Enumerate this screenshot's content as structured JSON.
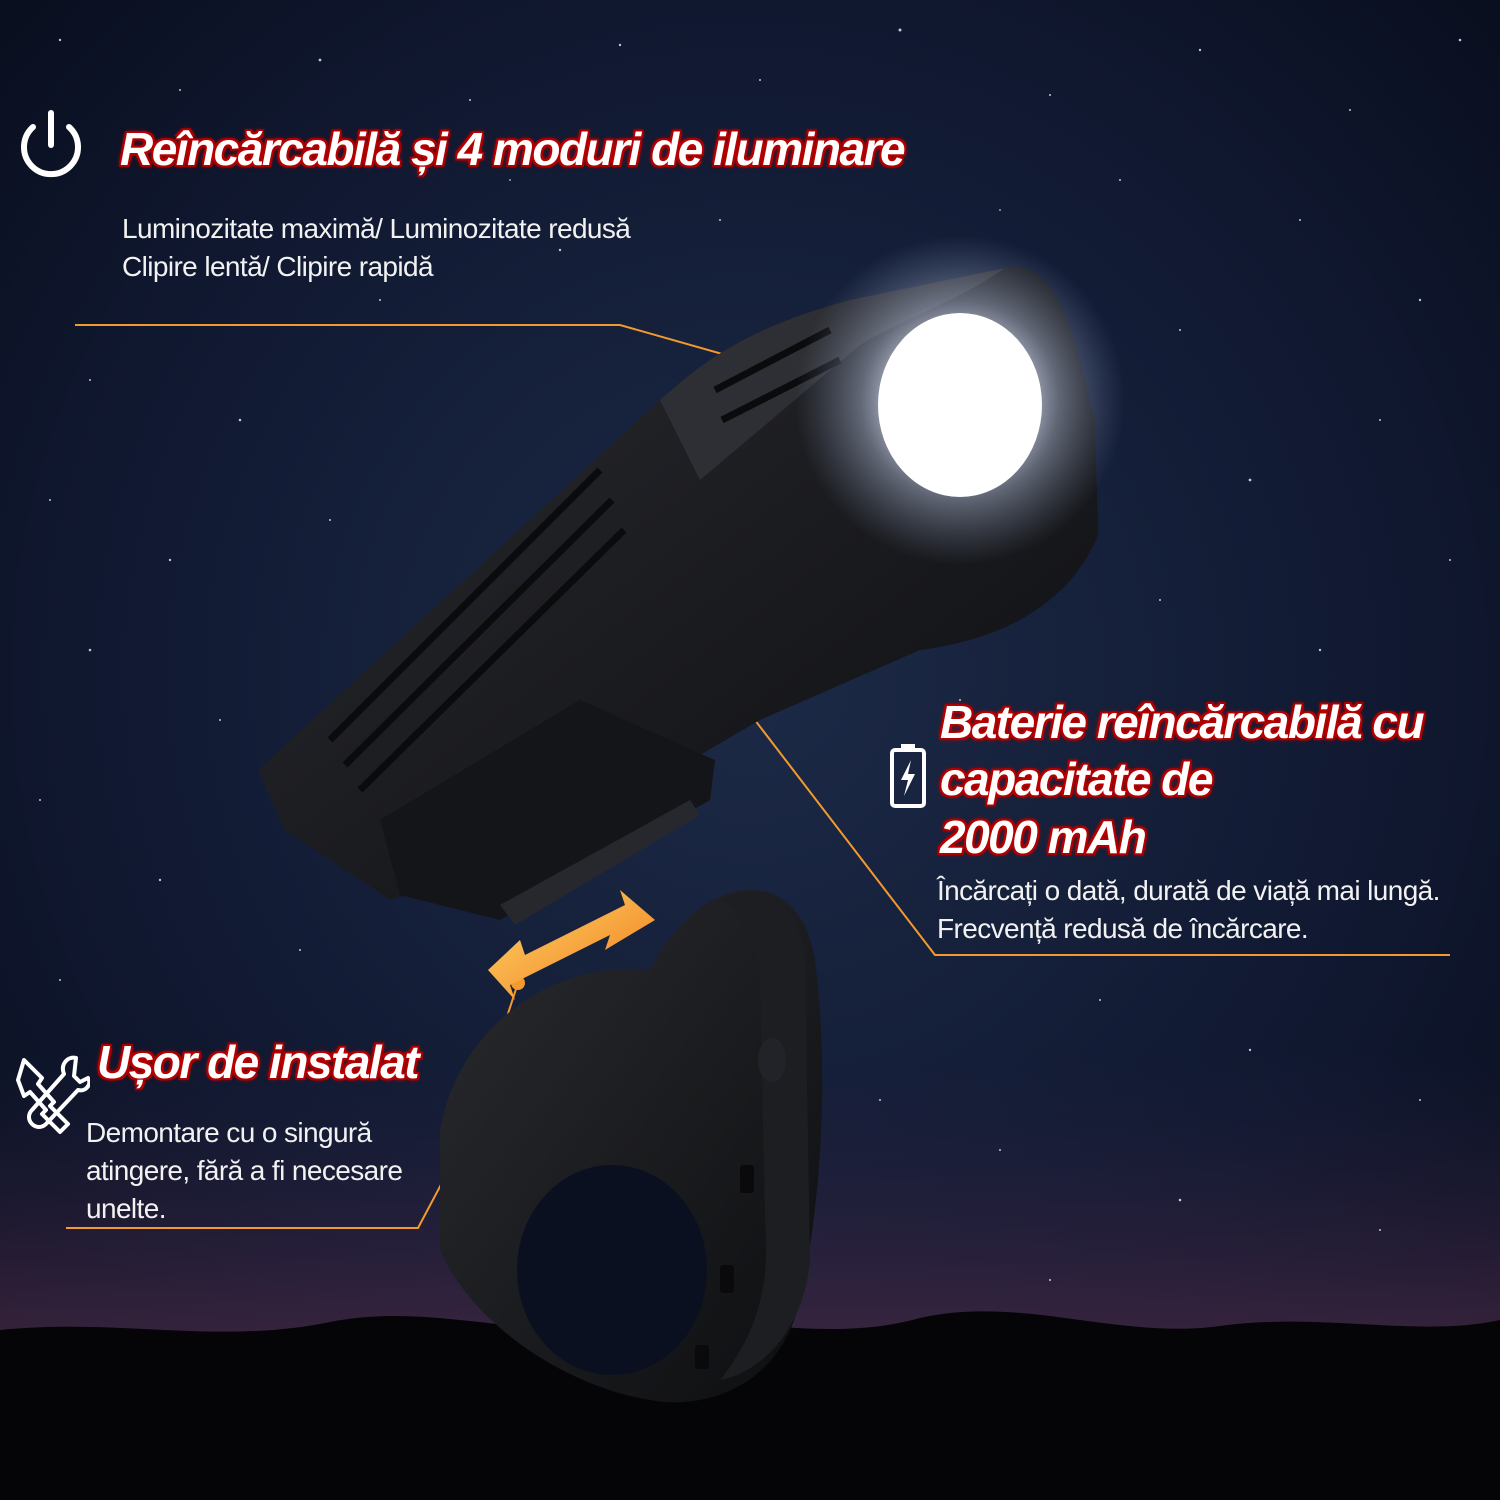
{
  "features": {
    "modes": {
      "title": "Reîncărcabilă și 4 moduri de iluminare",
      "line1": "Luminozitate maximă/ Luminozitate redusă",
      "line2": "Clipire lentă/ Clipire rapidă",
      "icon": "power-icon"
    },
    "battery": {
      "title_line1": "Baterie reîncărcabilă cu",
      "title_line2": "capacitate de",
      "title_line3": "2000 mAh",
      "line1": "Încărcați o dată, durată de viață mai lungă.",
      "line2": "Frecvență redusă de încărcare.",
      "icon": "battery-charging-icon"
    },
    "install": {
      "title": "Ușor de instalat",
      "line1": "Demontare cu o singură",
      "line2": "atingere, fără a fi necesare",
      "line3": "unelte.",
      "icon": "tools-icon"
    }
  },
  "colors": {
    "accent_orange": "#f39a2e",
    "heading_glow_red": "#c40000",
    "sky_dark": "#0c1224"
  }
}
